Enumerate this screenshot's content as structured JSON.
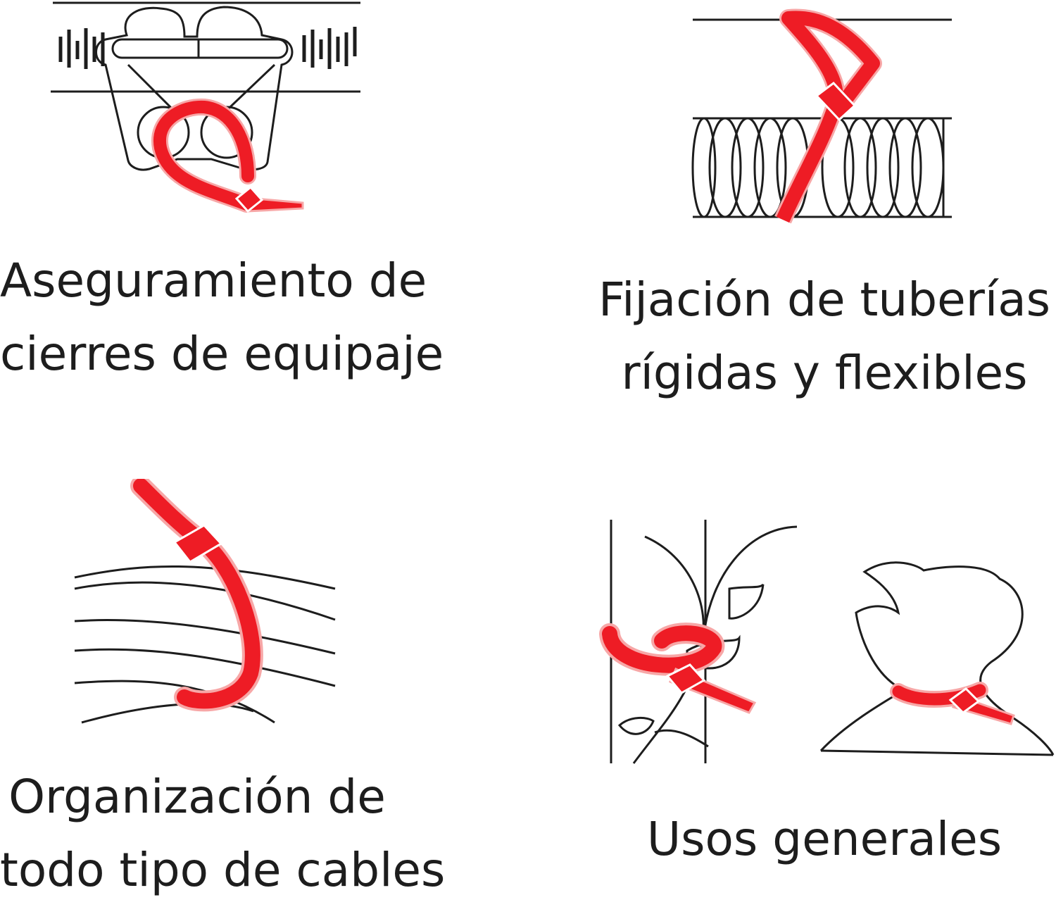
{
  "colors": {
    "tie_red": "#ee1c25",
    "tie_edge": "#f7a7a7",
    "ink": "#1d1d1d",
    "background": "#ffffff"
  },
  "panels": [
    {
      "id": "luggage",
      "icon": "luggage-zipper-tie-icon",
      "caption": [
        "Aseguramiento de",
        "cierres de equipaje"
      ]
    },
    {
      "id": "pipes",
      "icon": "pipe-tie-icon",
      "caption": [
        "Fijación de tuberías",
        "rígidas y flexibles"
      ]
    },
    {
      "id": "cables",
      "icon": "cable-bundle-tie-icon",
      "caption": [
        "Organización de",
        "todo tipo de cables"
      ]
    },
    {
      "id": "general",
      "icon": "plant-and-bag-tie-icon",
      "caption": [
        "Usos generales"
      ]
    }
  ]
}
